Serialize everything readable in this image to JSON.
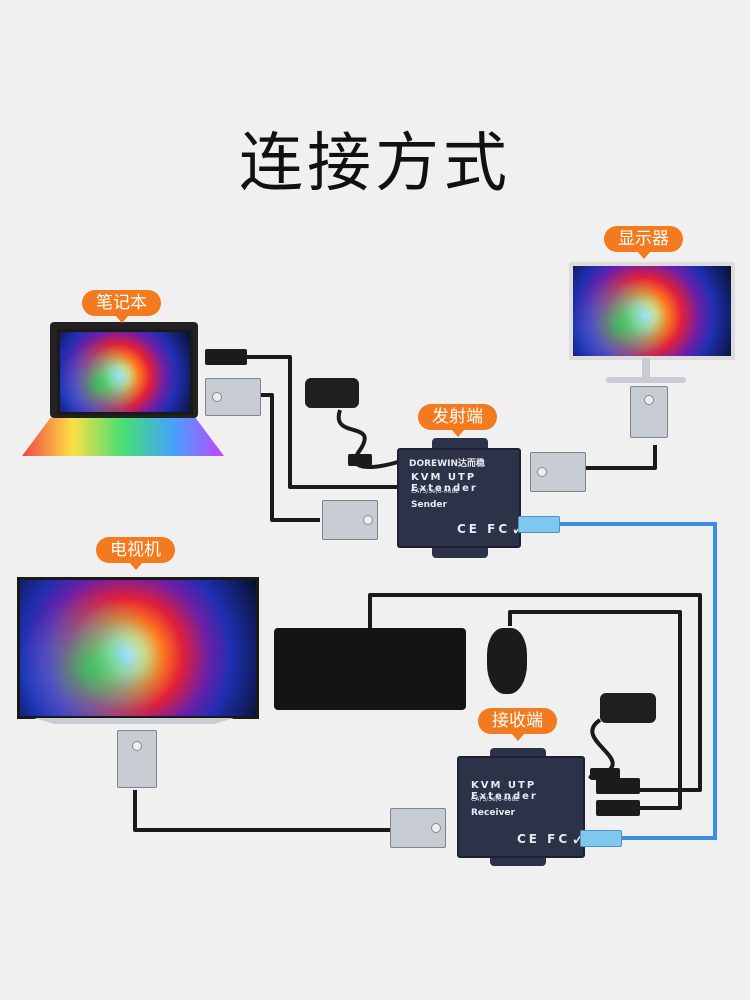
{
  "title": "连接方式",
  "labels": {
    "laptop": "笔记本",
    "monitor": "显示器",
    "sender": "发射端",
    "tv": "电视机",
    "receiver": "接收端"
  },
  "sender_box": {
    "brand": "DOREWIN达而稳",
    "model": "KVM UTP Extender",
    "spec": "CAT5/5e/6-068E",
    "role": "Sender",
    "cert": "CE FC",
    "tick": "✓"
  },
  "receiver_box": {
    "brand": "",
    "model": "KVM UTP Extender",
    "spec": "CAT5/5e/6-068E",
    "role": "Receiver",
    "cert": "CE FC",
    "tick": "✓"
  },
  "colors": {
    "tag": "#f47a1f",
    "box": "#2c3248",
    "utp_cable": "#3a8fe0",
    "cable": "#1a1a1a"
  }
}
